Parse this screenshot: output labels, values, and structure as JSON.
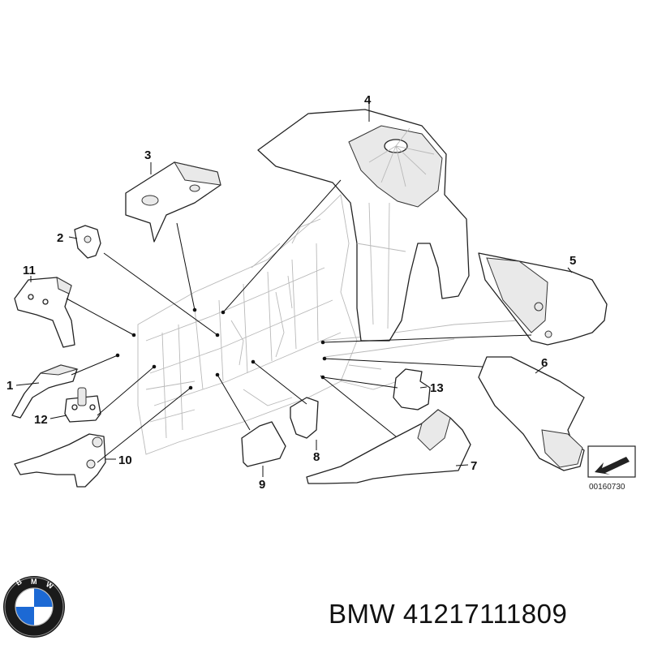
{
  "diagram": {
    "callouts": [
      "1",
      "2",
      "3",
      "4",
      "5",
      "6",
      "7",
      "8",
      "9",
      "10",
      "11",
      "12",
      "13"
    ],
    "reference_number": "00160730"
  },
  "logo": {
    "brand": "BMW",
    "icon": "bmw-roundel-icon",
    "colors": {
      "blue": "#1c69d4",
      "ring": "#1a1a1a",
      "white": "#ffffff"
    }
  },
  "footer": {
    "brand": "BMW",
    "part_number": "41217111809",
    "text": "BMW 41217111809"
  }
}
